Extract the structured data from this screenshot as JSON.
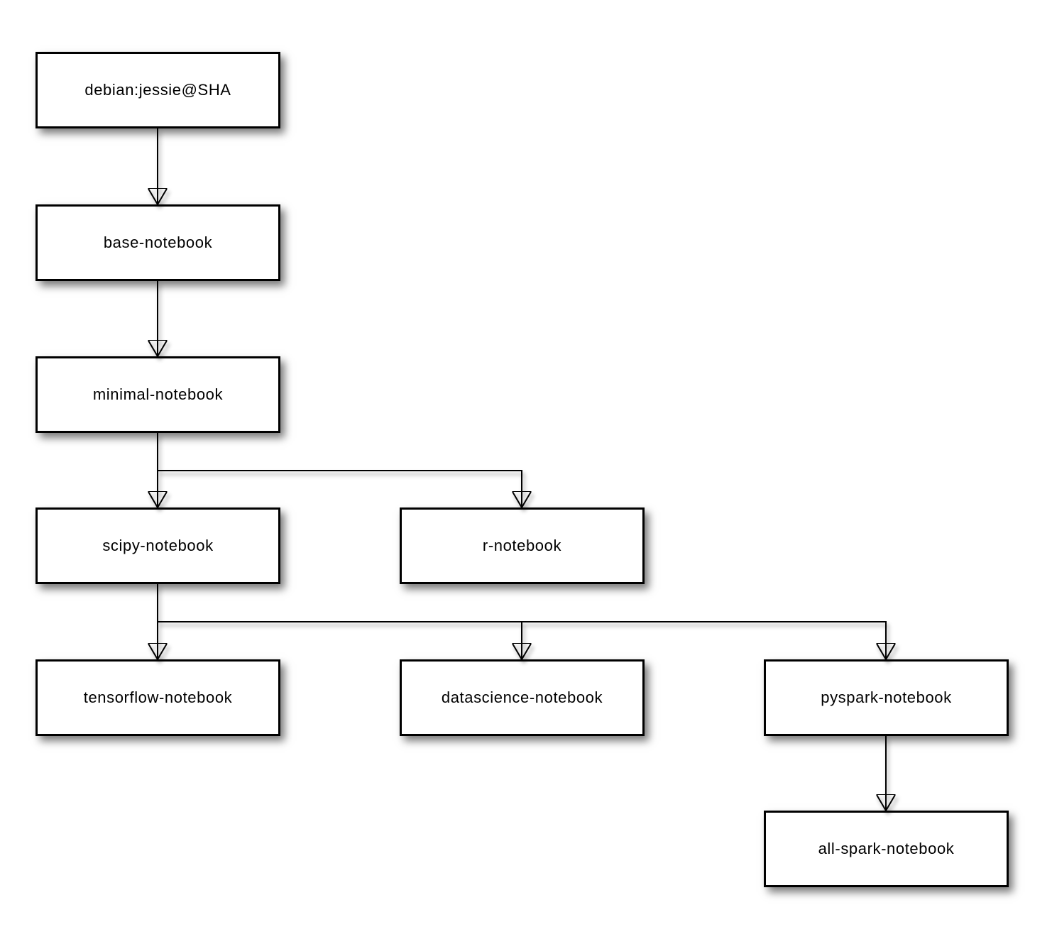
{
  "diagram": {
    "background_color": "#ffffff",
    "node_fill_color": "#ffffff",
    "node_border_color": "#000000",
    "text_color": "#000000",
    "nodes": [
      {
        "id": "debian-jessie",
        "label": "debian:jessie@SHA"
      },
      {
        "id": "base-notebook",
        "label": "base-notebook"
      },
      {
        "id": "minimal-notebook",
        "label": "minimal-notebook"
      },
      {
        "id": "scipy-notebook",
        "label": "scipy-notebook"
      },
      {
        "id": "r-notebook",
        "label": "r-notebook"
      },
      {
        "id": "tensorflow-notebook",
        "label": "tensorflow-notebook"
      },
      {
        "id": "datascience-notebook",
        "label": "datascience-notebook"
      },
      {
        "id": "pyspark-notebook",
        "label": "pyspark-notebook"
      },
      {
        "id": "all-spark-notebook",
        "label": "all-spark-notebook"
      }
    ],
    "edges": [
      {
        "from": "debian-jessie",
        "to": "base-notebook"
      },
      {
        "from": "base-notebook",
        "to": "minimal-notebook"
      },
      {
        "from": "minimal-notebook",
        "to": "scipy-notebook"
      },
      {
        "from": "minimal-notebook",
        "to": "r-notebook"
      },
      {
        "from": "scipy-notebook",
        "to": "tensorflow-notebook"
      },
      {
        "from": "scipy-notebook",
        "to": "datascience-notebook"
      },
      {
        "from": "scipy-notebook",
        "to": "pyspark-notebook"
      },
      {
        "from": "pyspark-notebook",
        "to": "all-spark-notebook"
      }
    ]
  }
}
